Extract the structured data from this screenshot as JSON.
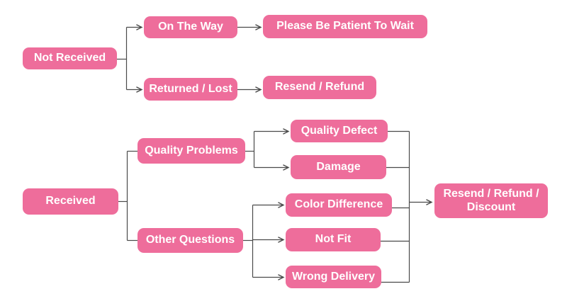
{
  "diagram": {
    "type": "flowchart",
    "description": "After-sale service decision flowchart",
    "colors": {
      "background": "#ffffff",
      "node_fill": "#ee6d9b",
      "node_text": "#ffffff",
      "line": "#4a4a4a"
    },
    "nodes": {
      "not_received": "Not Received",
      "on_the_way": "On The Way",
      "please_be_patient_to_wait": "Please Be Patient To Wait",
      "returned_lost": "Returned / Lost",
      "resend_refund": "Resend / Refund",
      "received": "Received",
      "quality_problems": "Quality Problems",
      "quality_defect": "Quality Defect",
      "damage": "Damage",
      "other_questions": "Other Questions",
      "color_difference": "Color Difference",
      "not_fit": "Not Fit",
      "wrong_delivery": "Wrong Delivery",
      "resend_refund_discount": "Resend / Refund / Discount"
    },
    "edges": [
      {
        "from": "not_received",
        "to": "on_the_way",
        "arrow": true
      },
      {
        "from": "not_received",
        "to": "returned_lost",
        "arrow": true
      },
      {
        "from": "on_the_way",
        "to": "please_be_patient_to_wait",
        "arrow": true
      },
      {
        "from": "returned_lost",
        "to": "resend_refund",
        "arrow": true
      },
      {
        "from": "received",
        "to": "quality_problems",
        "arrow": false
      },
      {
        "from": "received",
        "to": "other_questions",
        "arrow": false
      },
      {
        "from": "quality_problems",
        "to": "quality_defect",
        "arrow": true
      },
      {
        "from": "quality_problems",
        "to": "damage",
        "arrow": true
      },
      {
        "from": "other_questions",
        "to": "color_difference",
        "arrow": true
      },
      {
        "from": "other_questions",
        "to": "not_fit",
        "arrow": true
      },
      {
        "from": "other_questions",
        "to": "wrong_delivery",
        "arrow": true
      },
      {
        "from": "quality_defect",
        "to": "resend_refund_discount",
        "arrow": true
      },
      {
        "from": "damage",
        "to": "resend_refund_discount",
        "arrow": true
      },
      {
        "from": "color_difference",
        "to": "resend_refund_discount",
        "arrow": true
      },
      {
        "from": "not_fit",
        "to": "resend_refund_discount",
        "arrow": true
      },
      {
        "from": "wrong_delivery",
        "to": "resend_refund_discount",
        "arrow": true
      }
    ]
  }
}
